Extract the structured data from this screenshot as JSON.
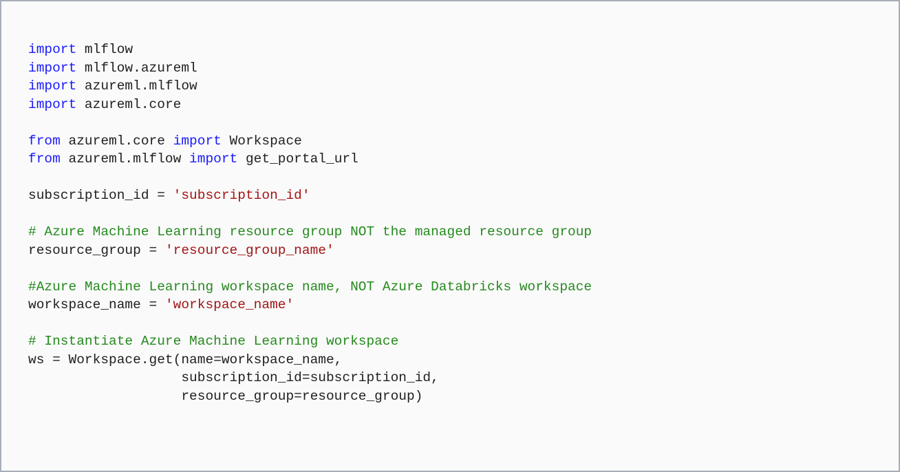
{
  "colors": {
    "keyword": "#1a1aff",
    "string": "#a31515",
    "comment": "#268a1e",
    "text": "#1f1f1f"
  },
  "code_lines": [
    [
      [
        "kw",
        "import"
      ],
      [
        "t",
        " mlflow"
      ]
    ],
    [
      [
        "kw",
        "import"
      ],
      [
        "t",
        " mlflow.azureml"
      ]
    ],
    [
      [
        "kw",
        "import"
      ],
      [
        "t",
        " azureml.mlflow"
      ]
    ],
    [
      [
        "kw",
        "import"
      ],
      [
        "t",
        " azureml.core"
      ]
    ],
    [],
    [
      [
        "kw",
        "from"
      ],
      [
        "t",
        " azureml.core "
      ],
      [
        "kw",
        "import"
      ],
      [
        "t",
        " Workspace"
      ]
    ],
    [
      [
        "kw",
        "from"
      ],
      [
        "t",
        " azureml.mlflow "
      ],
      [
        "kw",
        "import"
      ],
      [
        "t",
        " get_portal_url"
      ]
    ],
    [],
    [
      [
        "t",
        "subscription_id = "
      ],
      [
        "str",
        "'subscription_id'"
      ]
    ],
    [],
    [
      [
        "cm",
        "# Azure Machine Learning resource group NOT the managed resource group"
      ]
    ],
    [
      [
        "t",
        "resource_group = "
      ],
      [
        "str",
        "'resource_group_name'"
      ]
    ],
    [],
    [
      [
        "cm",
        "#Azure Machine Learning workspace name, NOT Azure Databricks workspace"
      ]
    ],
    [
      [
        "t",
        "workspace_name = "
      ],
      [
        "str",
        "'workspace_name'"
      ]
    ],
    [],
    [
      [
        "cm",
        "# Instantiate Azure Machine Learning workspace"
      ]
    ],
    [
      [
        "t",
        "ws = Workspace.get(name=workspace_name,"
      ]
    ],
    [
      [
        "t",
        "                   subscription_id=subscription_id,"
      ]
    ],
    [
      [
        "t",
        "                   resource_group=resource_group)"
      ]
    ]
  ]
}
